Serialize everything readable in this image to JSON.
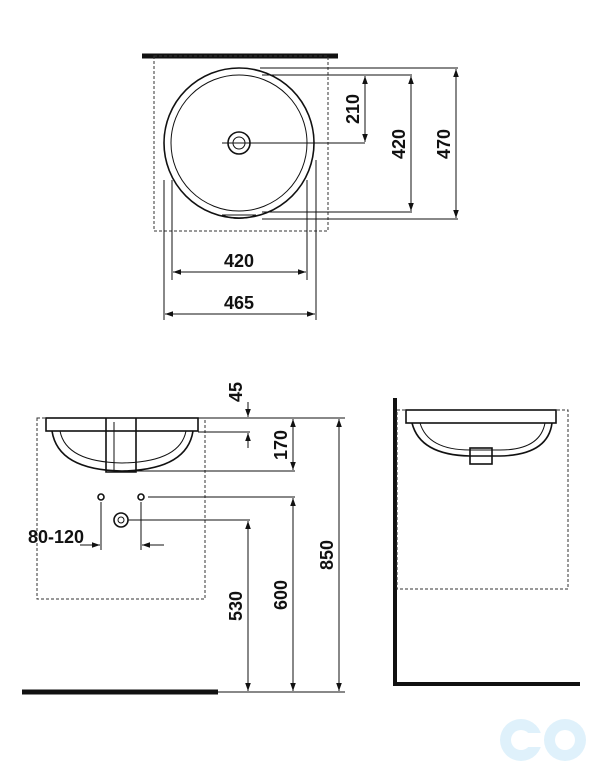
{
  "top_view": {
    "dim_width_inner": "420",
    "dim_width_outer": "465",
    "dim_drain_offset": "210",
    "dim_height_inner": "420",
    "dim_height_outer": "470"
  },
  "front_view": {
    "dim_rim": "45",
    "dim_bowl_depth": "170",
    "dim_tap_spacing": "80-120",
    "dim_drain_height": "530",
    "dim_tap_height": "600",
    "dim_total_height": "850"
  },
  "colors": {
    "line": "#111111",
    "logo": "#dff1fb"
  }
}
